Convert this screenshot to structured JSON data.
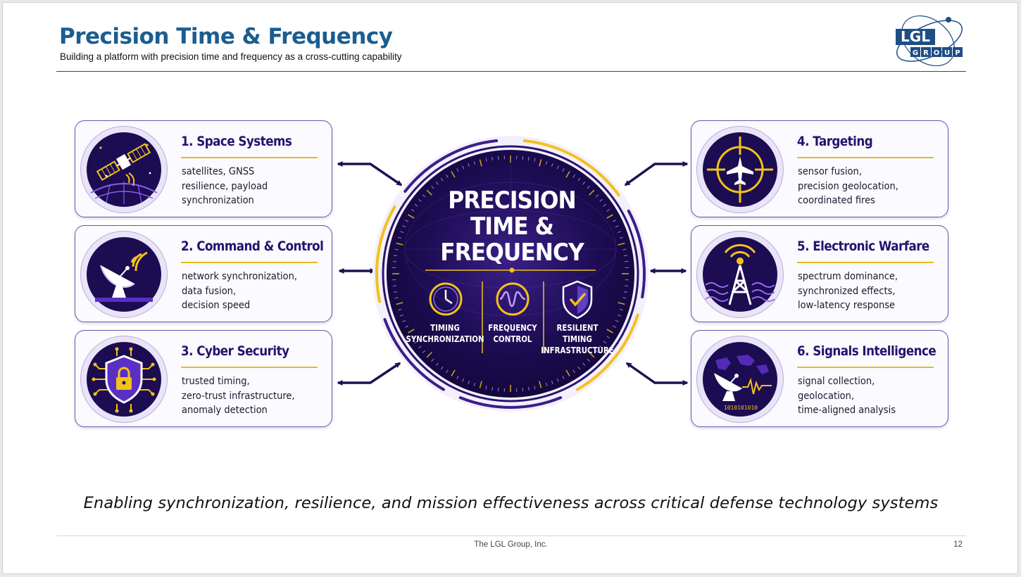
{
  "header": {
    "title": "Precision Time & Frequency",
    "subtitle": "Building a platform with precision time and frequency as a cross-cutting capability",
    "logo_top": "LGL",
    "logo_bottom": [
      "G",
      "R",
      "O",
      "U",
      "P"
    ]
  },
  "hub": {
    "title_lines": [
      "PRECISION",
      "TIME &",
      "FREQUENCY"
    ],
    "pillars": [
      {
        "label_lines": [
          "TIMING",
          "SYNCHRONIZATION"
        ],
        "icon": "clock-icon"
      },
      {
        "label_lines": [
          "FREQUENCY",
          "CONTROL"
        ],
        "icon": "waveform-icon"
      },
      {
        "label_lines": [
          "RESILIENT",
          "TIMING",
          "INFRASTRUCTURE"
        ],
        "icon": "shield-check-icon"
      }
    ]
  },
  "cards": [
    {
      "title": "1. Space Systems",
      "lines": [
        "satellites, GNSS",
        "resilience, payload",
        "synchronization"
      ],
      "icon": "satellite-icon"
    },
    {
      "title": "2. Command & Control",
      "lines": [
        "network synchronization,",
        "data fusion,",
        "decision speed"
      ],
      "icon": "radar-dish-icon"
    },
    {
      "title": "3. Cyber Security",
      "lines": [
        "trusted timing,",
        "zero-trust infrastructure,",
        "anomaly detection"
      ],
      "icon": "shield-lock-icon"
    },
    {
      "title": "4. Targeting",
      "lines": [
        "sensor fusion,",
        "precision geolocation,",
        "coordinated fires"
      ],
      "icon": "crosshair-jet-icon"
    },
    {
      "title": "5. Electronic Warfare",
      "lines": [
        "spectrum dominance,",
        "synchronized effects,",
        "low-latency response"
      ],
      "icon": "radio-tower-icon"
    },
    {
      "title": "6. Signals Intelligence",
      "lines": [
        "signal collection,",
        "geolocation,",
        "time-aligned analysis"
      ],
      "icon": "signal-dish-icon",
      "binary_text": "1010101010"
    }
  ],
  "tagline": "Enabling synchronization, resilience, and mission effectiveness across critical defense technology systems",
  "footer": {
    "company": "The LGL Group, Inc.",
    "page_number": "12"
  },
  "colors": {
    "title_blue": "#1b5d8f",
    "navy": "#1a0b4d",
    "purple": "#5a2fc4",
    "gold": "#f2c21b",
    "card_border": "#6a56b0"
  }
}
